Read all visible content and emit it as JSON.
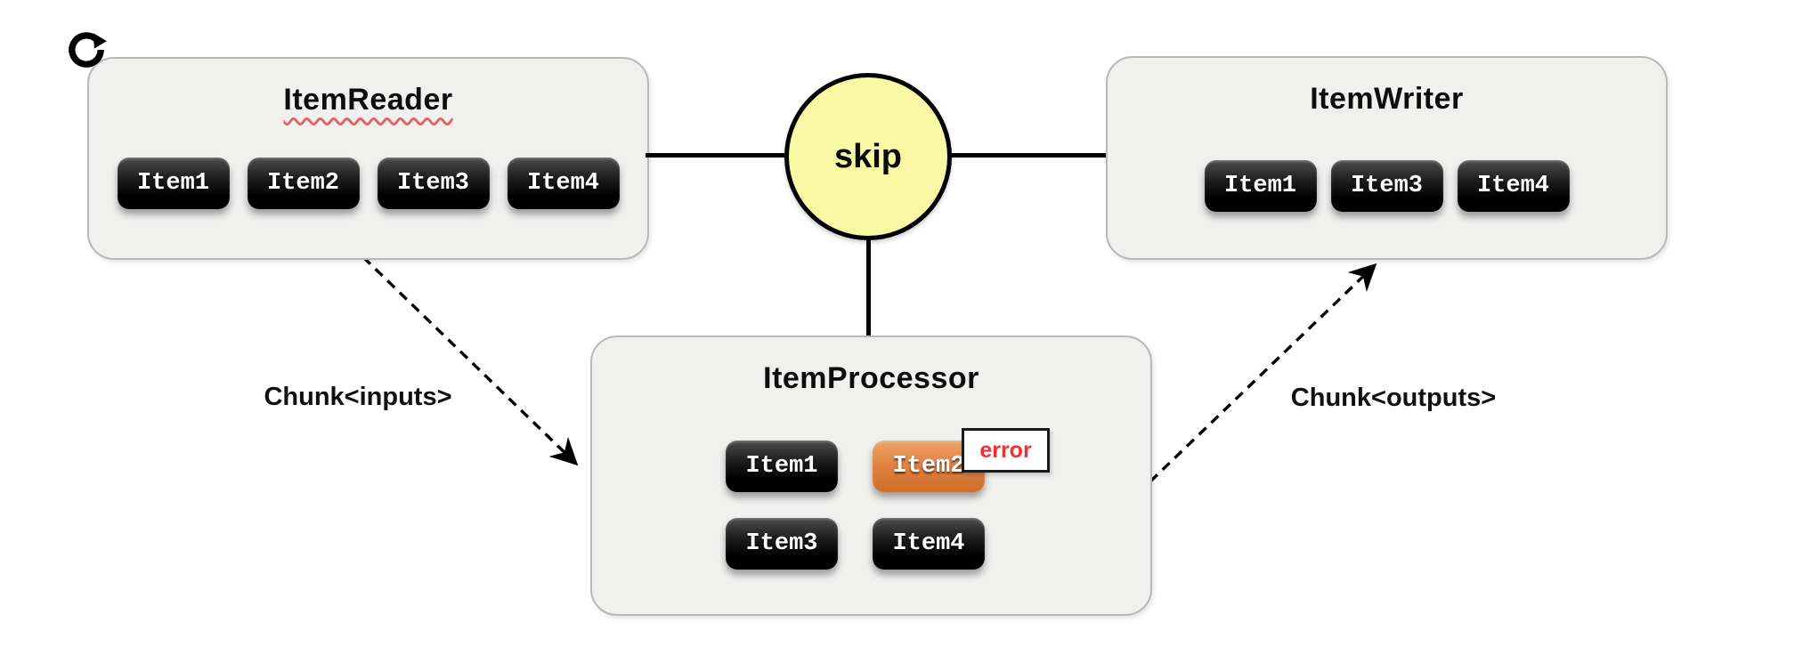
{
  "colors": {
    "background": "#ffffff",
    "box_fill": "#f0f0ef",
    "box_border": "#b9b9b9",
    "skip_fill": "#f9f8a4",
    "item_orange": "#dd8140",
    "error_red": "#f42f2f",
    "squiggle_red": "#e06666",
    "line_black": "#000000"
  },
  "icons": {
    "restart": "circular-repeat-arrow"
  },
  "reader": {
    "title": "ItemReader",
    "items": [
      "Item1",
      "Item2",
      "Item3",
      "Item4"
    ]
  },
  "skip": {
    "label": "skip"
  },
  "writer": {
    "title": "ItemWriter",
    "items": [
      "Item1",
      "Item3",
      "Item4"
    ]
  },
  "processor": {
    "title": "ItemProcessor",
    "items": [
      "Item1",
      "Item2",
      "Item3",
      "Item4"
    ],
    "error_item": "Item2",
    "error_label": "error"
  },
  "labels": {
    "chunk_inputs": "Chunk<inputs>",
    "chunk_outputs": "Chunk<outputs>"
  }
}
